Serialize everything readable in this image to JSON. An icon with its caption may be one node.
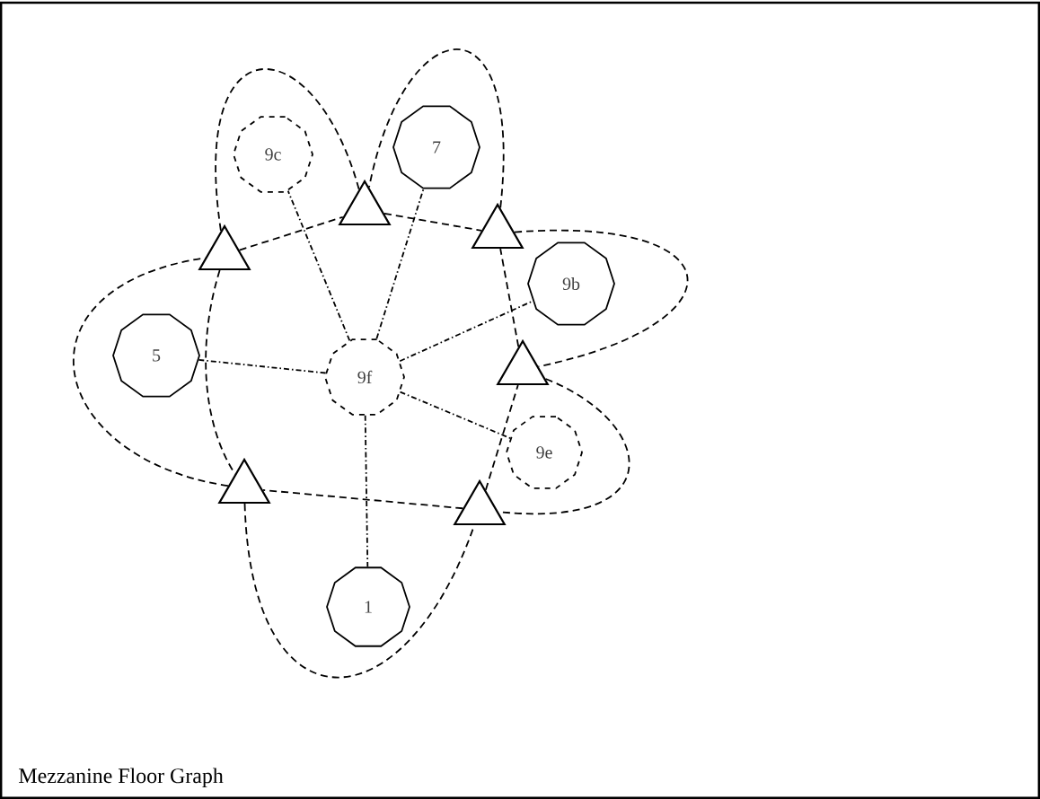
{
  "diagram": {
    "title": "Mezzanine Floor Graph",
    "nodes": [
      {
        "text": [
          "9f"
        ]
      },
      {
        "text": [
          "9c"
        ]
      },
      {
        "text": [
          "7"
        ]
      },
      {
        "text": [
          "9b"
        ]
      },
      {
        "text": [
          "5"
        ]
      },
      {
        "text": [
          "9e"
        ]
      },
      {
        "text": [
          "1"
        ]
      },
      {
        "text": [],
        "shape": "triangle"
      },
      {
        "text": [],
        "shape": "triangle"
      },
      {
        "text": [],
        "shape": "triangle"
      },
      {
        "text": [],
        "shape": "triangle"
      },
      {
        "text": [],
        "shape": "triangle"
      },
      {
        "text": [],
        "shape": "triangle"
      }
    ],
    "edges": [
      {
        "from": 0,
        "to": 1,
        "arrow": "none"
      },
      {
        "from": 0,
        "to": 2,
        "arrow": "none"
      },
      {
        "from": 0,
        "to": 3,
        "arrow": "none"
      },
      {
        "from": 0,
        "to": 4,
        "arrow": "none"
      },
      {
        "from": 0,
        "to": 5,
        "arrow": "none"
      },
      {
        "from": 0,
        "to": 6,
        "arrow": "none"
      },
      {
        "from": 7,
        "to": 8,
        "arrow": "none",
        "style": "dashed"
      },
      {
        "from": 8,
        "to": 9,
        "arrow": "none",
        "style": "dashed"
      },
      {
        "from": 9,
        "to": 10,
        "arrow": "none",
        "style": "dashed"
      },
      {
        "from": 10,
        "to": 11,
        "arrow": "none",
        "style": "dashed"
      },
      {
        "from": 11,
        "to": 12,
        "arrow": "none",
        "style": "dashed"
      },
      {
        "from": 12,
        "to": 7,
        "arrow": "none",
        "style": "dashed"
      },
      {
        "from": 8,
        "to": 7,
        "arrow": "none",
        "style": "dashed"
      },
      {
        "from": 7,
        "to": 12,
        "arrow": "none",
        "style": "dashed"
      },
      {
        "from": 12,
        "to": 11,
        "arrow": "none",
        "style": "dashed"
      },
      {
        "from": 11,
        "to": 10,
        "arrow": "none",
        "style": "dashed"
      },
      {
        "from": 10,
        "to": 9,
        "arrow": "none",
        "style": "dashed"
      },
      {
        "from": 9,
        "to": 8,
        "arrow": "none",
        "style": "dashed"
      }
    ]
  }
}
